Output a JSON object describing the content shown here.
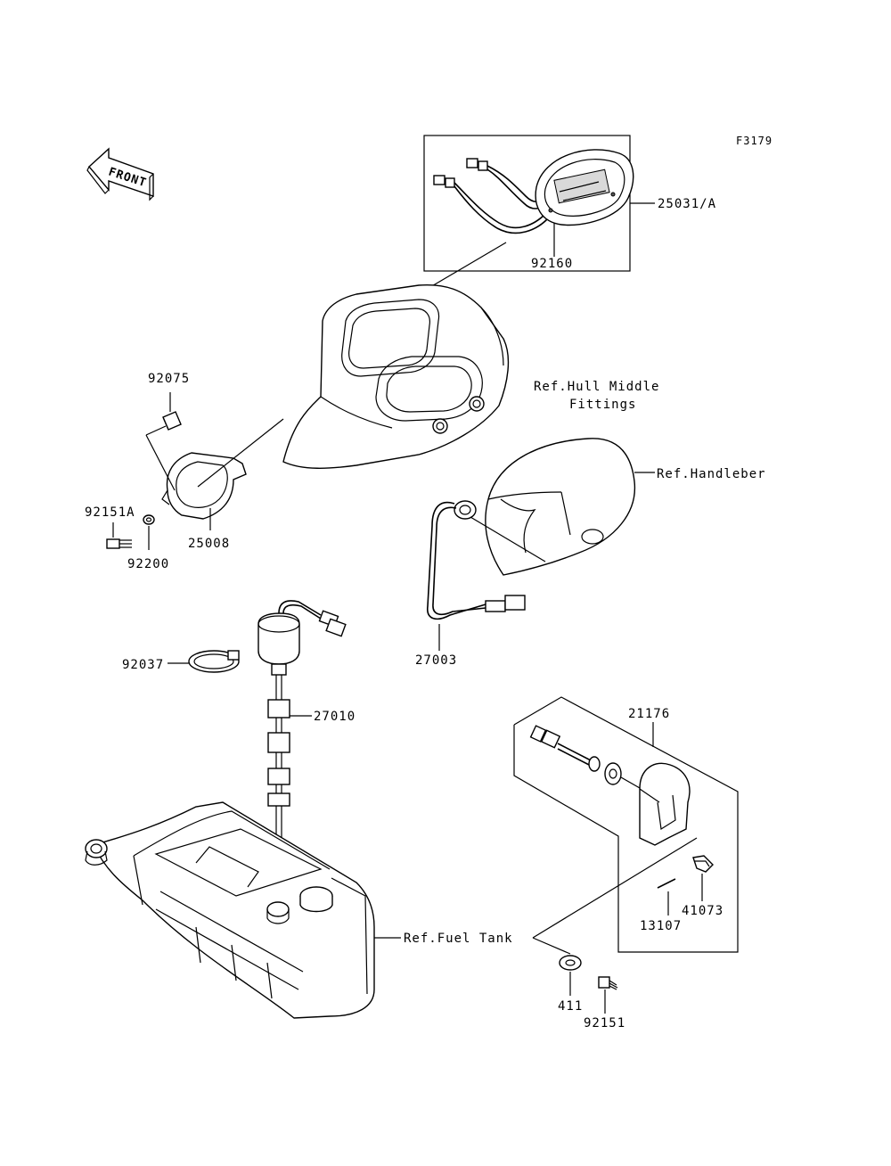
{
  "figure_code": "F3179",
  "front_arrow_text": "FRONT",
  "parts": [
    {
      "id": "p25031a",
      "label": "25031/A"
    },
    {
      "id": "p92160",
      "label": "92160"
    },
    {
      "id": "p92075",
      "label": "92075"
    },
    {
      "id": "p92151a",
      "label": "92151A"
    },
    {
      "id": "p92200",
      "label": "92200"
    },
    {
      "id": "p25008",
      "label": "25008"
    },
    {
      "id": "p27003",
      "label": "27003"
    },
    {
      "id": "p92037",
      "label": "92037"
    },
    {
      "id": "p27010",
      "label": "27010"
    },
    {
      "id": "p21176",
      "label": "21176"
    },
    {
      "id": "p41073",
      "label": "41073"
    },
    {
      "id": "p13107",
      "label": "13107"
    },
    {
      "id": "p411",
      "label": "411"
    },
    {
      "id": "p92151",
      "label": "92151"
    }
  ],
  "references": {
    "hull_middle_line1": "Ref.Hull Middle",
    "hull_middle_line2": "Fittings",
    "handlebar": "Ref.Handleber",
    "fuel_tank": "Ref.Fuel Tank"
  }
}
